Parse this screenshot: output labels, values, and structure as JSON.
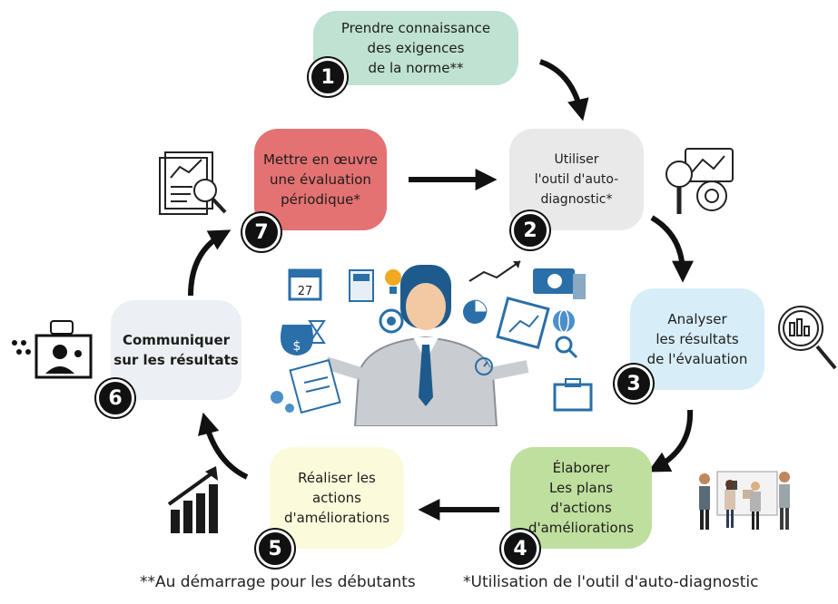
{
  "steps": [
    {
      "number": "1",
      "label": "Prendre  connaissance\ndes exigences\nde la norme**"
    },
    {
      "number": "2",
      "label": "Utiliser\nl'outil d'auto-\ndiagnostic*"
    },
    {
      "number": "3",
      "label": "Analyser\nles résultats\nde l'évaluation"
    },
    {
      "number": "4",
      "label": "Élaborer\nLes plans\nd'actions\nd'améliorations"
    },
    {
      "number": "5",
      "label": "Réaliser les\nactions\nd'améliorations"
    },
    {
      "number": "6",
      "label": "Communiquer\nsur les résultats"
    },
    {
      "number": "7",
      "label": "Mettre en œuvre\nune évaluation\npériodique*"
    }
  ],
  "footnotes": {
    "double_star": "**Au démarrage pour les débutants",
    "single_star": "*Utilisation de l'outil d'auto-diagnostic"
  },
  "illustration": {
    "calendar_day": "27",
    "currency_symbol": "$"
  },
  "colors": {
    "step1": "#bfe2d2",
    "step2": "#e9e9ea",
    "step3": "#d7eef8",
    "step4": "#bfdf9e",
    "step5": "#fbfbdc",
    "step6": "#eceff3",
    "step7": "#e47272",
    "arrow": "#111111"
  }
}
